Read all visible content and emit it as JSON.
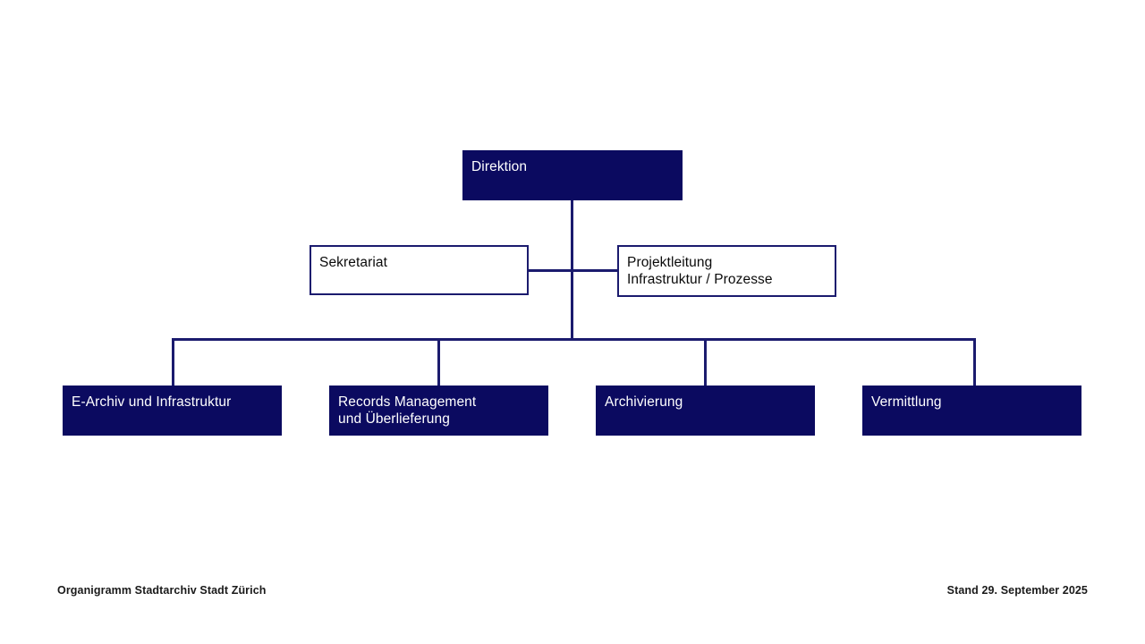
{
  "document": {
    "type": "organizational-chart",
    "title": "Organigramm Stadtarchiv Stadt Zürich"
  },
  "colors": {
    "node_fill": "#0b0a60",
    "node_border": "#1b1b6e",
    "connector": "#1b1b6e",
    "filled_text": "#ffffff",
    "outlined_text": "#0a0a0a",
    "background": "#ffffff",
    "footer_text": "#1a1a1a"
  },
  "chart": {
    "root": {
      "label": "Direktion",
      "style": "filled"
    },
    "staff": [
      {
        "label": "Sekretariat",
        "style": "outlined"
      },
      {
        "label": "Projektleitung\nInfrastruktur / Prozesse",
        "style": "outlined"
      }
    ],
    "units": [
      {
        "label": "E-Archiv und Infrastruktur",
        "style": "filled"
      },
      {
        "label": "Records Management\nund Überlieferung",
        "style": "filled"
      },
      {
        "label": "Archivierung",
        "style": "filled"
      },
      {
        "label": "Vermittlung",
        "style": "filled"
      }
    ]
  },
  "footer": {
    "left": "Organigramm Stadtarchiv Stadt Zürich",
    "right": "Stand 29. September 2025"
  }
}
